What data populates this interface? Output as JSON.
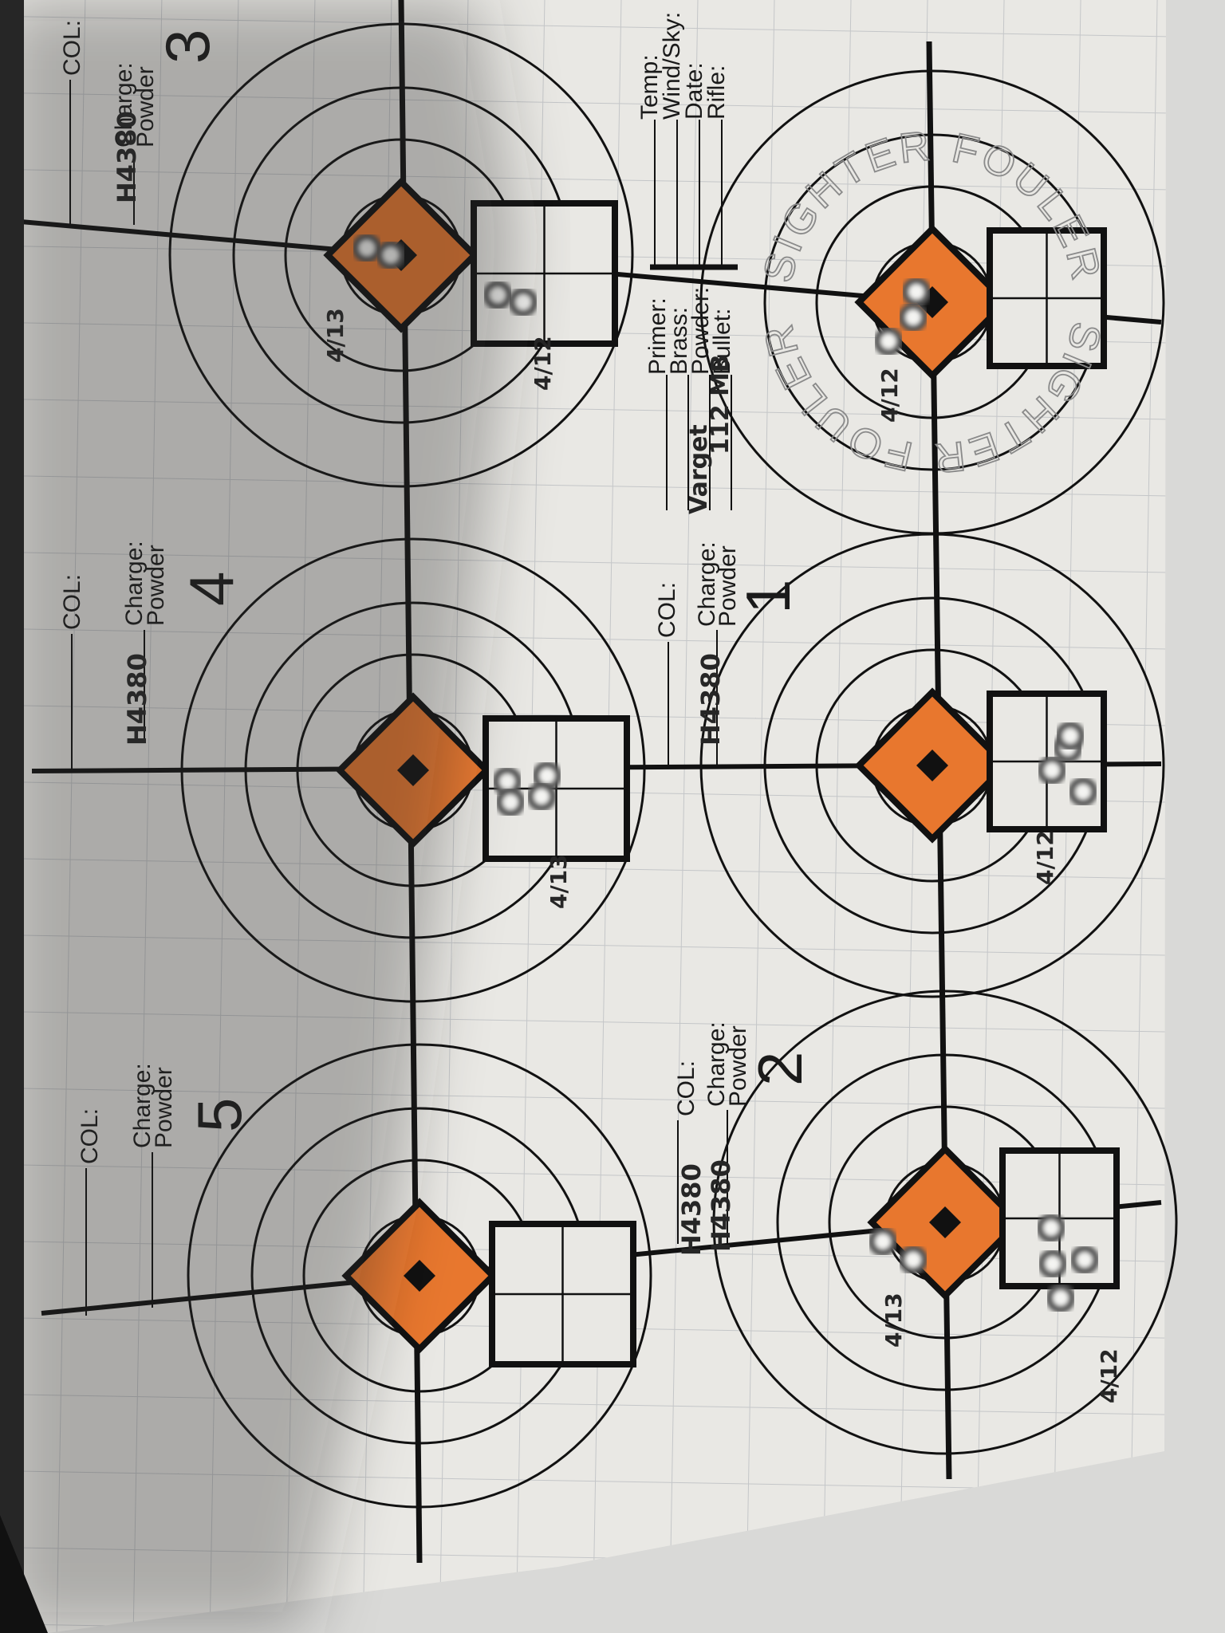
{
  "sighter": {
    "arc_words": [
      "SIGHTER",
      "FOULER",
      "SIGHTER",
      "FOULER"
    ],
    "date_note": "4/12"
  },
  "info": {
    "rifle_label": "Rifle:",
    "date_label": "Date:",
    "wind_label": "Wind/Sky:",
    "temp_label": "Temp:",
    "bullet_label": "Bullet:",
    "bullet_value": "112 MB",
    "powder_label": "Powder:",
    "powder_value": "Varget",
    "brass_label": "Brass:",
    "primer_label": "Primer:"
  },
  "targets": [
    {
      "number": "1",
      "powder_label": "Powder",
      "charge_label": "Charge:",
      "charge_value": "H4380",
      "col_label": "COL:",
      "col_value": "",
      "notes": [
        "4/12"
      ]
    },
    {
      "number": "2",
      "powder_label": "Powder",
      "charge_label": "Charge:",
      "charge_value": "H4380",
      "col_label": "COL:",
      "col_value": "H4380",
      "notes": [
        "4/13",
        "4/12"
      ]
    },
    {
      "number": "3",
      "powder_label": "Powder",
      "charge_label": "Charge:",
      "charge_value": "H4380",
      "col_label": "COL:",
      "col_value": "",
      "notes": [
        "4/13",
        "4/12"
      ]
    },
    {
      "number": "4",
      "powder_label": "Powder",
      "charge_label": "Charge:",
      "charge_value": "H4380",
      "col_label": "COL:",
      "col_value": "",
      "notes": [
        "4/13"
      ]
    },
    {
      "number": "5",
      "powder_label": "Powder",
      "charge_label": "Charge:",
      "charge_value": "",
      "col_label": "COL:",
      "col_value": "",
      "notes": []
    }
  ],
  "colors": {
    "paper": "#e9e8e4",
    "grid": "#c4c6c8",
    "orange": "#e8772e",
    "ink": "#111111"
  }
}
